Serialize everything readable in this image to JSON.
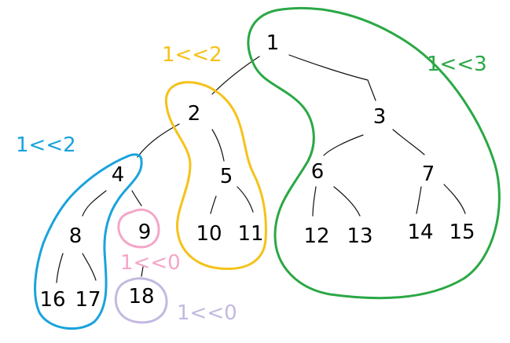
{
  "colors": {
    "green": "#2aa845",
    "yellow": "#f5c21a",
    "blue": "#1aa3dc",
    "pink": "#f4a6c8",
    "lavender": "#c3b9e0",
    "black": "#000000"
  },
  "nodes": {
    "n1": "1",
    "n2": "2",
    "n3": "3",
    "n4": "4",
    "n5": "5",
    "n6": "6",
    "n7": "7",
    "n8": "8",
    "n9": "9",
    "n10": "10",
    "n11": "11",
    "n12": "12",
    "n13": "13",
    "n14": "14",
    "n15": "15",
    "n16": "16",
    "n17": "17",
    "n18": "18"
  },
  "annotations": {
    "green": "1<<3",
    "yellow": "1<<2",
    "blue": "1<<2",
    "pink": "1<<0",
    "lavender": "1<<0"
  }
}
